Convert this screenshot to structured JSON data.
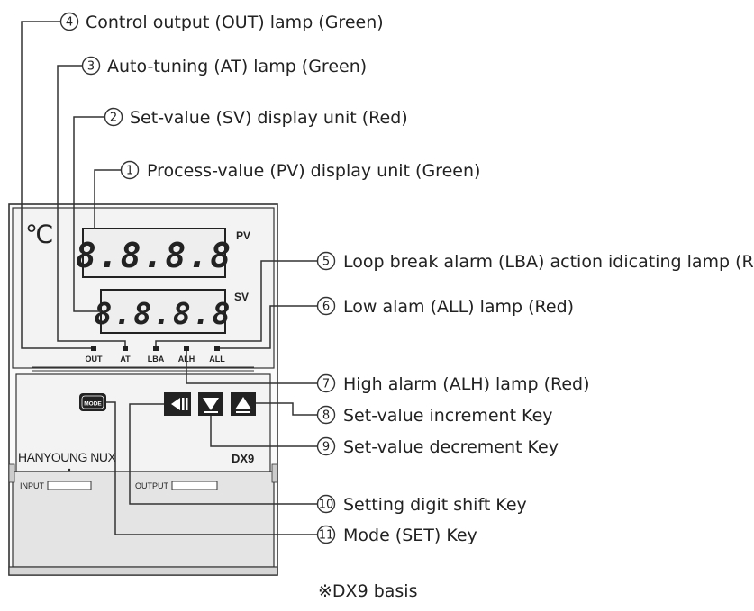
{
  "device": {
    "unit_symbol": "℃",
    "pv_label": "PV",
    "sv_label": "SV",
    "pv_digits": "8.8.8.8",
    "sv_digits": "8.8.8.8",
    "lamps": [
      "OUT",
      "AT",
      "LBA",
      "ALH",
      "ALL"
    ],
    "mode_key_label": "MODE",
    "brand": "HANYOUNG NUX",
    "model": "DX9",
    "input_label": "INPUT",
    "output_label": "OUTPUT"
  },
  "callouts": [
    {
      "num": "1",
      "text": "Process-value (PV) display unit (Green)"
    },
    {
      "num": "2",
      "text": "Set-value (SV) display unit (Red)"
    },
    {
      "num": "3",
      "text": "Auto-tuning (AT) lamp (Green)"
    },
    {
      "num": "4",
      "text": "Control output (OUT) lamp (Green)"
    },
    {
      "num": "5",
      "text": "Loop break alarm (LBA) action idicating lamp (Red)"
    },
    {
      "num": "6",
      "text": "Low alam (ALL) lamp (Red)"
    },
    {
      "num": "7",
      "text": "High alarm (ALH) lamp (Red)"
    },
    {
      "num": "8",
      "text": "Set-value increment Key"
    },
    {
      "num": "9",
      "text": "Set-value decrement Key"
    },
    {
      "num": "10",
      "text": "Setting digit shift Key"
    },
    {
      "num": "11",
      "text": "Mode (SET) Key"
    }
  ],
  "footnote": "※DX9 basis",
  "colors": {
    "line": "#333333",
    "panel": "#f1f1f1",
    "panel_lower": "#e6e6e6",
    "display_bg": "#eeeeee"
  }
}
